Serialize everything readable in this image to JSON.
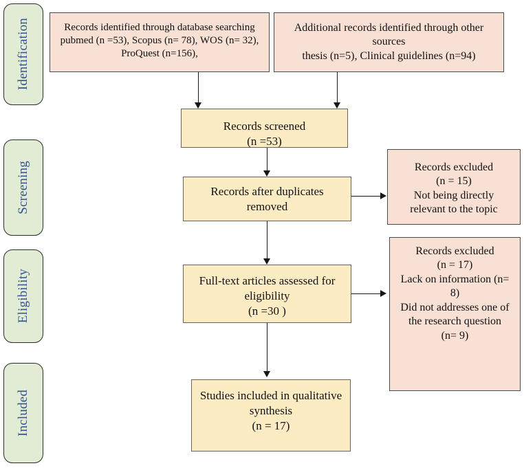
{
  "diagram": {
    "type": "prisma-flow-diagram",
    "title": "PRISMA flow diagram",
    "colors": {
      "stage_fill": "#e2ebd4",
      "stage_text": "#33558f",
      "source_box_fill": "#f8e0d4",
      "flow_box_fill": "#fcecc4",
      "connector": "#161616",
      "page_background": "#ffffff"
    }
  },
  "stages": [
    {
      "id": "identification",
      "label": "Identification"
    },
    {
      "id": "screening",
      "label": "Screening"
    },
    {
      "id": "eligibility",
      "label": "Eligibility"
    },
    {
      "id": "included",
      "label": "Included"
    }
  ],
  "boxes": {
    "database_search": {
      "line1": "Records identified through database searching",
      "line2": "pubmed (n =53), Scopus (n= 78), WOS (n= 32),",
      "line3": "ProQuest (n=156),"
    },
    "other_sources": {
      "line1": "Additional records identified through other",
      "line2": "sources",
      "line3": "thesis (n=5),  Clinical guidelines (n=94)"
    },
    "records_screened": {
      "line1": "Records screened",
      "line2": "(n =53)"
    },
    "records_after_duplicates": {
      "line1": "Records after duplicates",
      "line2": "removed"
    },
    "records_excluded_screening": {
      "line1": "Records excluded",
      "line2": "(n = 15)",
      "line3": "Not being directly",
      "line4": "relevant to the topic"
    },
    "fulltext_assessed": {
      "line1": "Full-text articles assessed for",
      "line2": "eligibility",
      "line3": "(n =30 )"
    },
    "records_excluded_eligibility": {
      "line1": "Records excluded",
      "line2": "(n = 17)",
      "line3": "Lack on information (n=",
      "line4": "8)",
      "line5": "Did not addresses one of",
      "line6": "the research question",
      "line7": "(n= 9)"
    },
    "studies_included": {
      "line1": "Studies included in qualitative",
      "line2": "synthesis",
      "line3": "(n = 17)"
    }
  },
  "chart_data": {
    "type": "diagram",
    "title": "PRISMA flow diagram",
    "nodes": [
      {
        "id": "database_search",
        "stage": "Identification",
        "label": "Records identified through database searching",
        "counts": {
          "pubmed": 53,
          "Scopus": 78,
          "WOS": 32,
          "ProQuest": 156
        }
      },
      {
        "id": "other_sources",
        "stage": "Identification",
        "label": "Additional records identified through other sources",
        "counts": {
          "thesis": 5,
          "Clinical guidelines": 94
        }
      },
      {
        "id": "records_screened",
        "stage": "Screening",
        "label": "Records screened",
        "n": 53
      },
      {
        "id": "records_after_duplicates",
        "stage": "Screening",
        "label": "Records after duplicates removed",
        "n": null
      },
      {
        "id": "records_excluded_screening",
        "stage": "Screening",
        "label": "Records excluded - Not being directly relevant to the topic",
        "n": 15
      },
      {
        "id": "fulltext_assessed",
        "stage": "Eligibility",
        "label": "Full-text articles assessed for eligibility",
        "n": 30
      },
      {
        "id": "records_excluded_eligibility",
        "stage": "Eligibility",
        "label": "Records excluded",
        "n": 17,
        "reasons": {
          "Lack on information": 8,
          "Did not addresses one of the research question": 9
        }
      },
      {
        "id": "studies_included",
        "stage": "Included",
        "label": "Studies included in qualitative synthesis",
        "n": 17
      }
    ],
    "edges": [
      {
        "from": "database_search",
        "to": "records_screened",
        "direction": "down"
      },
      {
        "from": "other_sources",
        "to": "records_screened",
        "direction": "down"
      },
      {
        "from": "records_screened",
        "to": "records_after_duplicates",
        "direction": "down"
      },
      {
        "from": "records_after_duplicates",
        "to": "records_excluded_screening",
        "direction": "right"
      },
      {
        "from": "records_after_duplicates",
        "to": "fulltext_assessed",
        "direction": "down"
      },
      {
        "from": "fulltext_assessed",
        "to": "records_excluded_eligibility",
        "direction": "right"
      },
      {
        "from": "fulltext_assessed",
        "to": "studies_included",
        "direction": "down"
      }
    ]
  }
}
